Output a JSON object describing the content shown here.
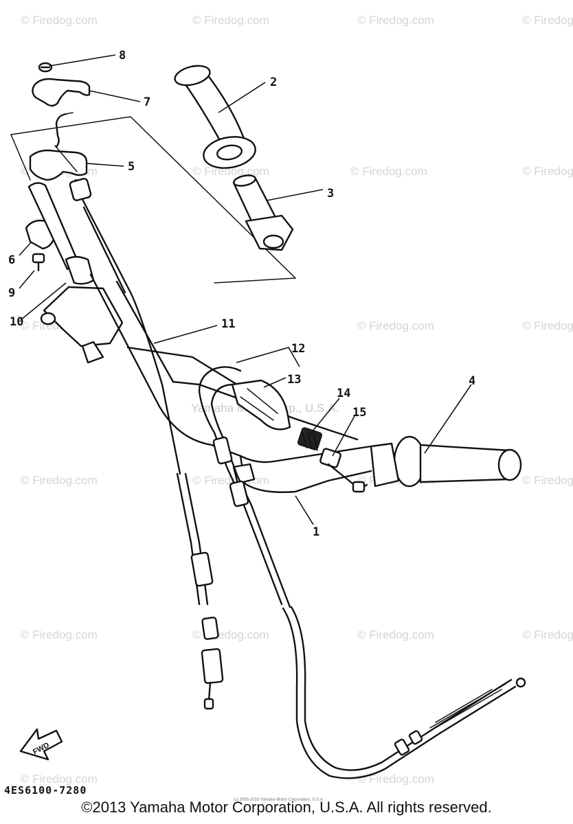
{
  "watermark": {
    "text": "© Firedog.com",
    "center_text": "Yamaha Motor Corp., U.S.A."
  },
  "callouts": [
    "1",
    "2",
    "3",
    "4",
    "5",
    "6",
    "7",
    "8",
    "9",
    "10",
    "11",
    "12",
    "13",
    "14",
    "15"
  ],
  "fwd_label": "FWD",
  "part_code": "4ES6100-7280",
  "tiny_note": "(c) 2005-2016 Yamaha Motor Corporation, U.S.A.",
  "copyright": "©2013 Yamaha Motor Corporation, U.S.A. All rights reserved.",
  "colors": {
    "ink": "#111111",
    "watermark": "#d4d4d4",
    "background": "#ffffff"
  }
}
